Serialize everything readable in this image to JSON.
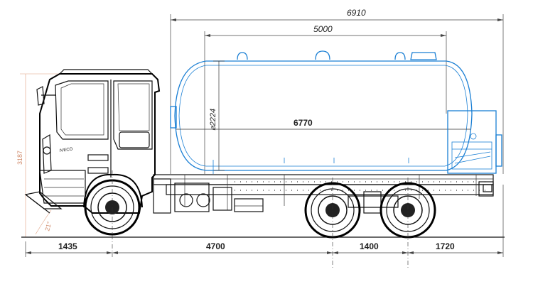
{
  "dimensions": {
    "overall_tank_length": "6910",
    "tank_shell_span": "5000",
    "tank_diameter": "⌀2224",
    "tank_length": "6770",
    "height_left": "3187",
    "angle": "21°",
    "front_overhang": "1435",
    "wheelbase": "4700",
    "rear_axle_spacing": "1400",
    "rear_overhang": "1720"
  },
  "cab_badge": "IVECO",
  "colors": {
    "tank": "#1a7fd4",
    "chassis": "#111111",
    "extension_lines": "#e0a080"
  }
}
